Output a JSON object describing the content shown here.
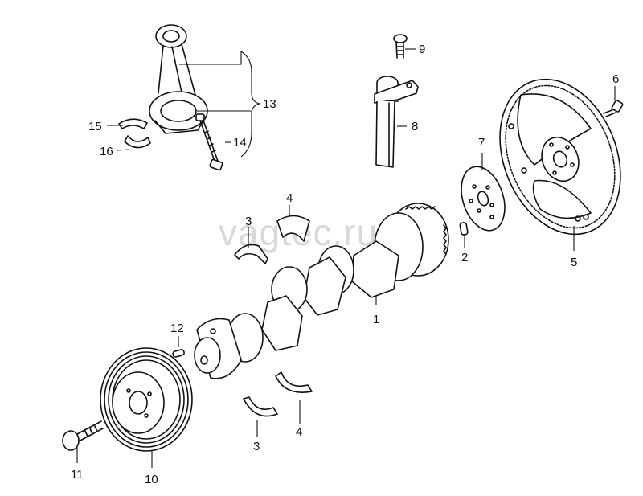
{
  "watermark": "vagtec.ru",
  "callouts": {
    "n1": "1",
    "n2": "2",
    "n3a": "3",
    "n3b": "3",
    "n4a": "4",
    "n4b": "4",
    "n5": "5",
    "n6": "6",
    "n7": "7",
    "n8": "8",
    "n9": "9",
    "n10": "10",
    "n11": "11",
    "n12": "12",
    "n13": "13",
    "n14": "14",
    "n15": "15",
    "n16": "16"
  }
}
